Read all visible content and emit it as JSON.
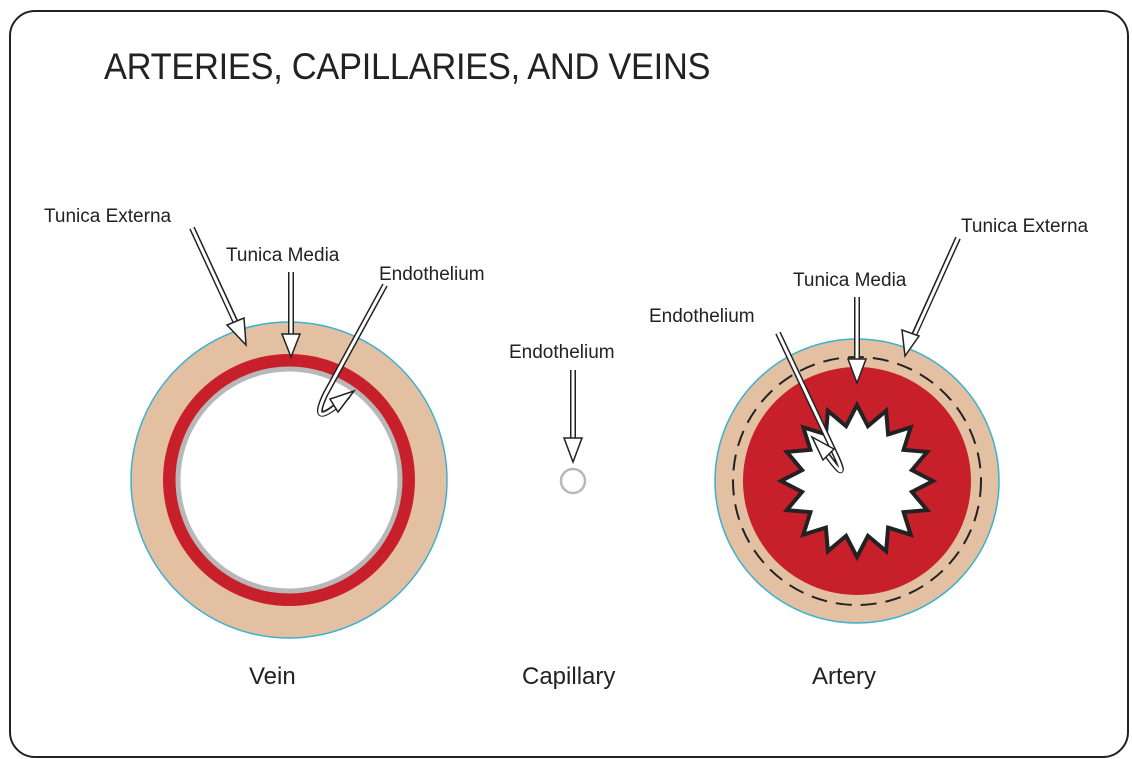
{
  "title": "ARTERIES, CAPILLARIES, AND VEINS",
  "colors": {
    "tunica_externa": "#e3c0a2",
    "tunica_media": "#c8202b",
    "outline": "#3bb0d0",
    "endothelium": "#b8b8b8",
    "frame": "#222222"
  },
  "vein": {
    "caption": "Vein",
    "labels": {
      "tunica_externa": "Tunica Externa",
      "tunica_media": "Tunica Media",
      "endothelium": "Endothelium"
    }
  },
  "capillary": {
    "caption": "Capillary",
    "labels": {
      "endothelium": "Endothelium"
    }
  },
  "artery": {
    "caption": "Artery",
    "labels": {
      "tunica_externa": "Tunica Externa",
      "tunica_media": "Tunica Media",
      "endothelium": "Endothelium"
    }
  }
}
